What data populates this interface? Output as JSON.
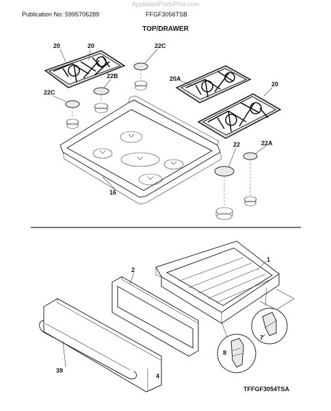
{
  "header": {
    "watermark": "AppliancePartsPros.com",
    "publication": "Publication No: 5995706289",
    "model": "FFGF3056TSB"
  },
  "section_title": "TOP/DRAWER",
  "footer_code": "TFFGF3054TSA",
  "callouts": {
    "grate_left": "20",
    "grate_right": "20",
    "grate_center": "20A",
    "cap_top": "22C",
    "cap_left": "22C",
    "cap_mid": "22B",
    "cap_right": "22",
    "cap_far_right": "22A",
    "cooktop": "16",
    "drawer": "1",
    "panel": "2",
    "front": "4",
    "handle": "39",
    "clip": "7",
    "roller": "8"
  }
}
